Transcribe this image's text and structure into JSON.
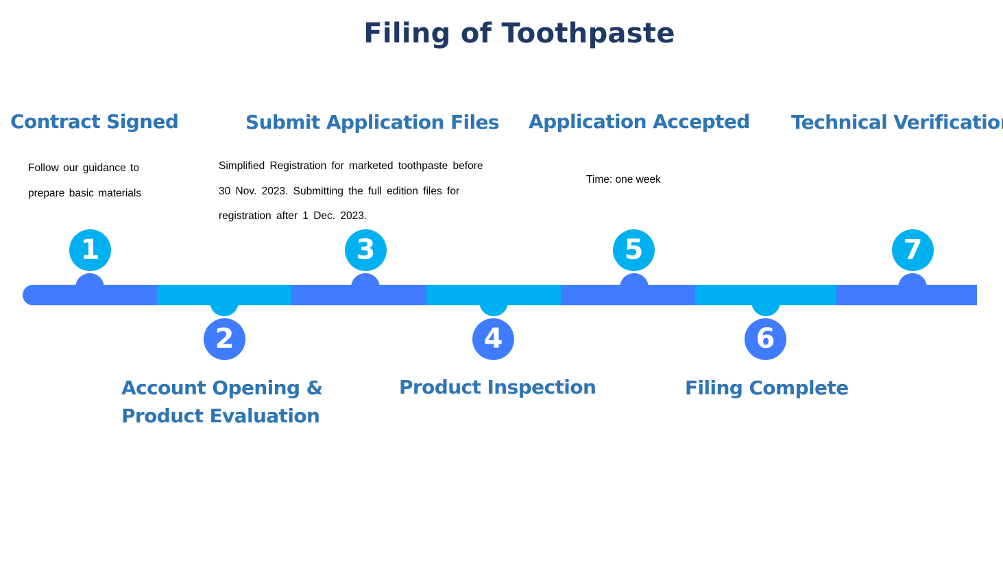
{
  "title": "Filing of Toothpaste",
  "colors": {
    "title": "#1f3864",
    "heading": "#2e75b6",
    "segment_blue": "#3f7cff",
    "segment_cyan": "#00b0f0"
  },
  "steps": [
    {
      "number": "1",
      "heading": "Contract Signed",
      "description_lines": [
        "Follow our guidance to",
        "prepare basic materials"
      ]
    },
    {
      "number": "2",
      "heading_lines": [
        "Account Opening &",
        "Product Evaluation"
      ]
    },
    {
      "number": "3",
      "heading": "Submit Application Files",
      "description_lines": [
        "Simplified Registration for marketed toothpaste before",
        "30 Nov. 2023. Submitting the full edition files for",
        "registration after 1 Dec. 2023."
      ]
    },
    {
      "number": "4",
      "heading": "Product Inspection"
    },
    {
      "number": "5",
      "heading": "Application Accepted",
      "description_lines": [
        "Time: one week"
      ]
    },
    {
      "number": "6",
      "heading": "Filing Complete"
    },
    {
      "number": "7",
      "heading": "Technical Verification"
    }
  ]
}
